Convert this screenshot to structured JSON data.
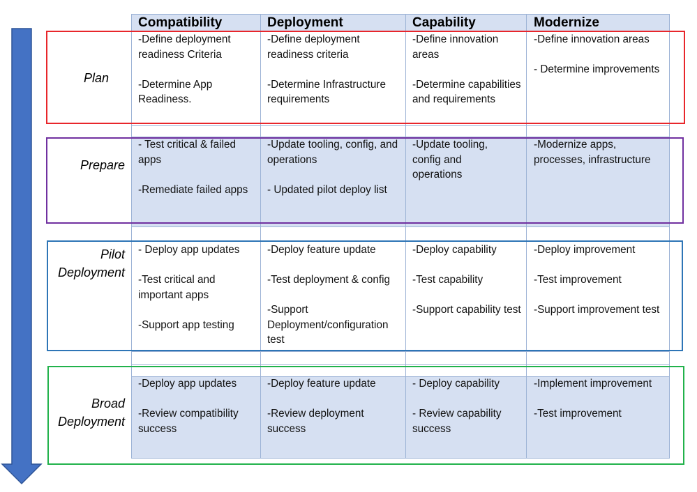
{
  "colors": {
    "header_fill": "#d6e0f2",
    "shaded_fill": "#d6e0f2",
    "grid_line": "#9db3d6",
    "arrow": "#4472c4",
    "arrow_border": "#2f5597",
    "plan_frame": "#e8262b",
    "prepare_frame": "#7030a0",
    "pilot_frame": "#2e75b6",
    "broad_frame": "#21b24b"
  },
  "icons": {
    "timeline_arrow": "down-arrow-icon"
  },
  "columns": [
    {
      "label": "Compatibility"
    },
    {
      "label": "Deployment"
    },
    {
      "label": "Capability"
    },
    {
      "label": "Modernize"
    }
  ],
  "phases": [
    {
      "label": "Plan",
      "cells": [
        [
          "-Define deployment readiness Criteria",
          "-Determine App Readiness."
        ],
        [
          "-Define deployment readiness criteria",
          "-Determine Infrastructure requirements"
        ],
        [
          "-Define innovation areas",
          "-Determine capabilities and requirements"
        ],
        [
          "-Define innovation areas",
          "- Determine improvements"
        ]
      ]
    },
    {
      "label": "Prepare",
      "cells": [
        [
          "- Test critical & failed apps",
          "-Remediate failed apps"
        ],
        [
          "-Update tooling, config, and operations",
          "- Updated pilot deploy list"
        ],
        [
          "-Update tooling, config and operations"
        ],
        [
          "-Modernize apps, processes, infrastructure"
        ]
      ]
    },
    {
      "label": "Pilot\nDeployment",
      "cells": [
        [
          "- Deploy app updates",
          "-Test critical and important apps",
          "-Support app testing"
        ],
        [
          "-Deploy feature update",
          "-Test deployment & config",
          "-Support Deployment/configuration test"
        ],
        [
          "-Deploy capability",
          "-Test capability",
          "-Support capability test"
        ],
        [
          "-Deploy improvement",
          "-Test improvement",
          "-Support improvement test"
        ]
      ]
    },
    {
      "label": "Broad\nDeployment",
      "cells": [
        [
          "-Deploy app updates",
          "-Review compatibility success"
        ],
        [
          "-Deploy feature update",
          "-Review deployment success"
        ],
        [
          "- Deploy capability",
          "- Review capability success"
        ],
        [
          "-Implement improvement",
          "-Test improvement"
        ]
      ]
    }
  ]
}
